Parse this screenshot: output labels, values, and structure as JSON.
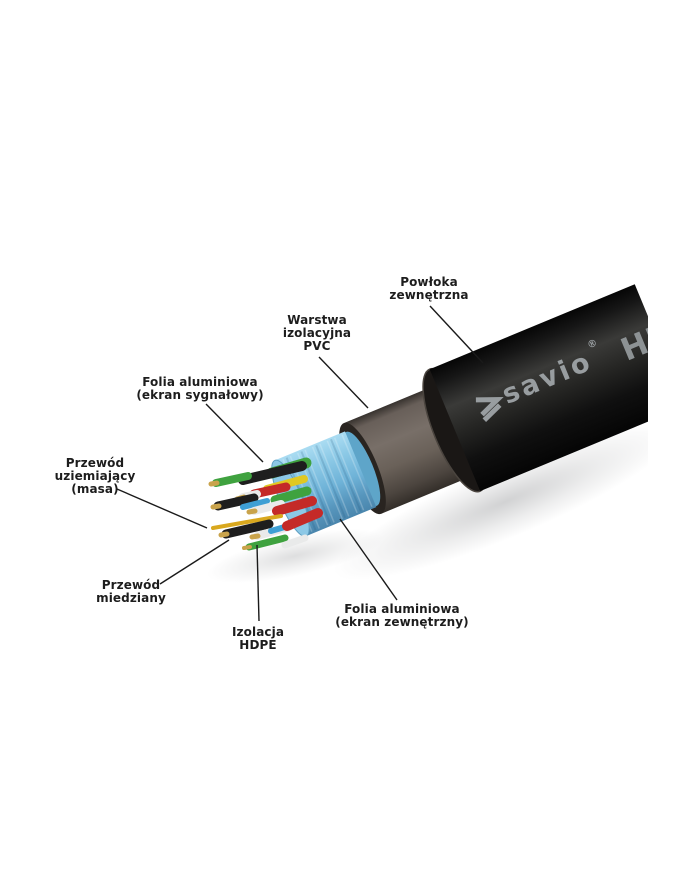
{
  "cable": {
    "brand": "savio",
    "registered_mark": "®",
    "jacket_print_partial": "HI"
  },
  "labels": [
    {
      "id": "powloka-zewnetrzna",
      "lines": [
        "Powłoka",
        "zewnętrzna"
      ]
    },
    {
      "id": "warstwa-izolacyjna-pvc",
      "lines": [
        "Warstwa",
        "izolacyjna",
        "PVC"
      ]
    },
    {
      "id": "folia-aluminiowa-sygnalowy",
      "lines": [
        "Folia aluminiowa",
        "(ekran sygnałowy)"
      ]
    },
    {
      "id": "przewod-uziemiajacy",
      "lines": [
        "Przewód",
        "uziemiający",
        "(masa)"
      ]
    },
    {
      "id": "przewod-miedziany",
      "lines": [
        "Przewód",
        "miedziany"
      ]
    },
    {
      "id": "izolacja-hdpe",
      "lines": [
        "Izolacja",
        "HDPE"
      ]
    },
    {
      "id": "folia-aluminiowa-zewnetrzny",
      "lines": [
        "Folia aluminiowa",
        "(ekran zewnętrzny)"
      ]
    }
  ],
  "colors": {
    "background": "#ffffff",
    "label_text": "#1d1d1d",
    "leader_line": "#1a1a1a",
    "brand_text": "#989da0",
    "jacket_print": "#8d9294",
    "jacket_black": "#141414",
    "pvc_gray": "#6a615a",
    "foil_blue": "#74b8dc",
    "wire_green": "#3fa23f",
    "wire_red": "#c42a28",
    "wire_yellow": "#e0c822",
    "wire_black": "#1e1e1e",
    "wire_white": "#e9eaea",
    "wire_blue": "#3e9fd4",
    "wire_ground_gold": "#d9a81e",
    "copper_tip": "#c9a34b"
  }
}
